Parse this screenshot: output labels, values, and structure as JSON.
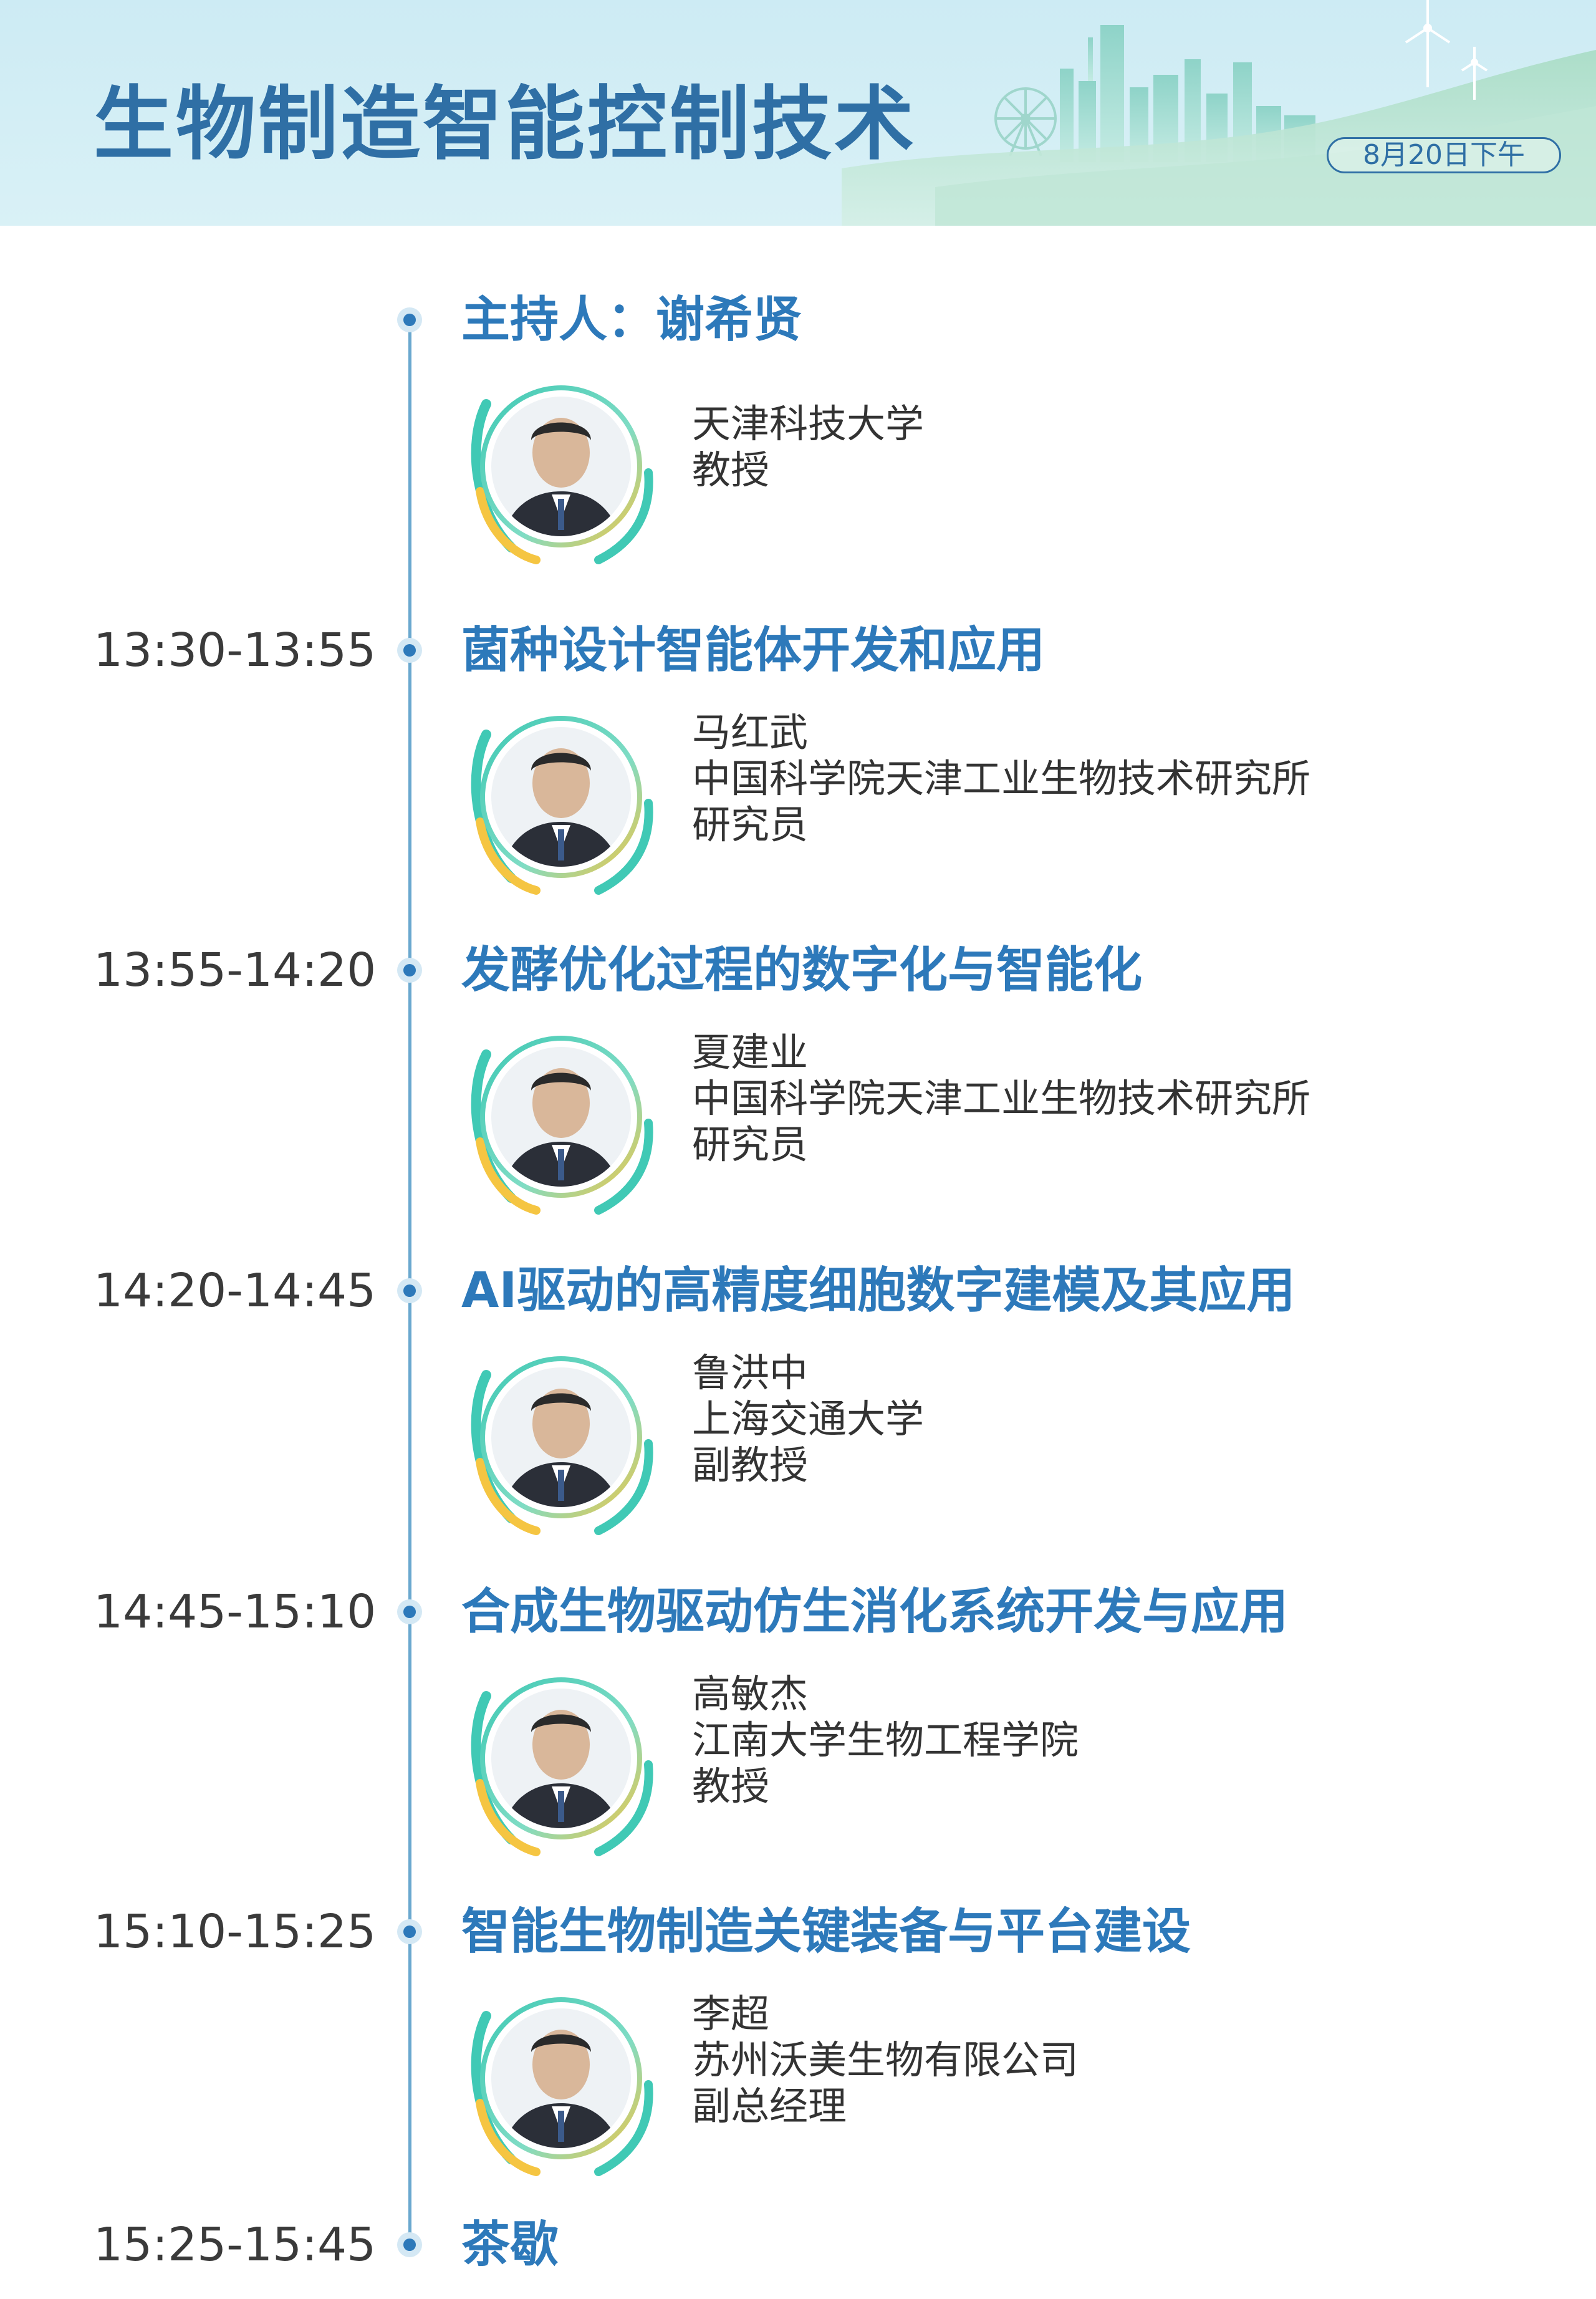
{
  "header": {
    "title": "生物制造智能控制技术",
    "date_badge": "8月20日下午"
  },
  "colors": {
    "accent_blue": "#2d79ba",
    "title_blue": "#2f6fa5",
    "header_bg": "#cdebf4",
    "ring_teal": "#40c9b5",
    "ring_yellow": "#f5c542"
  },
  "sessions": [
    {
      "time": "",
      "title": "主持人：谢希贤",
      "speaker": {
        "lines": [
          "天津科技大学",
          "教授"
        ]
      }
    },
    {
      "time": "13:30-13:55",
      "title": "菌种设计智能体开发和应用",
      "speaker": {
        "lines": [
          "马红武",
          "中国科学院天津工业生物技术研究所",
          "研究员"
        ]
      }
    },
    {
      "time": "13:55-14:20",
      "title": "发酵优化过程的数字化与智能化",
      "speaker": {
        "lines": [
          "夏建业",
          "中国科学院天津工业生物技术研究所",
          "研究员"
        ]
      }
    },
    {
      "time": "14:20-14:45",
      "title": "AI驱动的高精度细胞数字建模及其应用",
      "speaker": {
        "lines": [
          "鲁洪中",
          "上海交通大学",
          "副教授"
        ]
      }
    },
    {
      "time": "14:45-15:10",
      "title": "合成生物驱动仿生消化系统开发与应用",
      "speaker": {
        "lines": [
          "高敏杰",
          "江南大学生物工程学院",
          "教授"
        ]
      }
    },
    {
      "time": "15:10-15:25",
      "title": "智能生物制造关键装备与平台建设",
      "speaker": {
        "lines": [
          "李超",
          "苏州沃美生物有限公司",
          "副总经理"
        ]
      }
    },
    {
      "time": "15:25-15:45",
      "title": "茶歇"
    }
  ]
}
